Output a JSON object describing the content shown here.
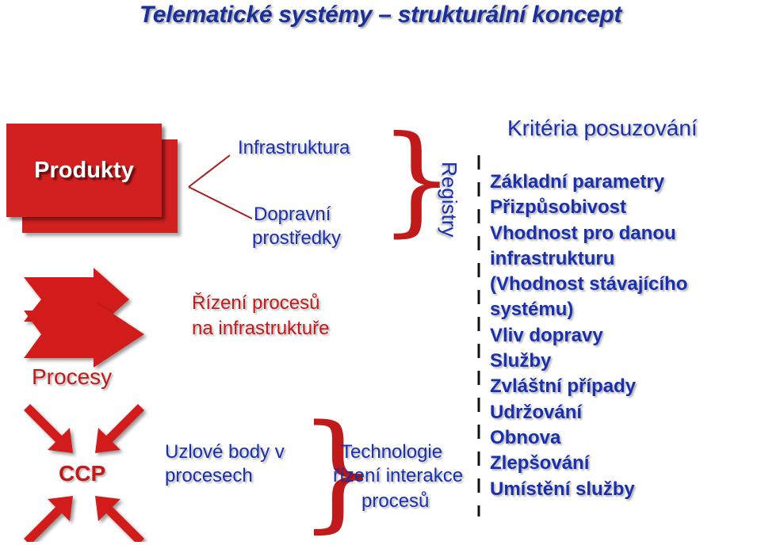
{
  "title": "Telematické systémy – strukturální koncept",
  "left": {
    "produkty": "Produkty",
    "procesy": "Procesy",
    "ccp": "CCP"
  },
  "middle": {
    "infrastruktura": "Infrastruktura",
    "dopravni": "Dopravní",
    "prostredky": "prostředky",
    "rizeni1": "Řízení procesů",
    "rizeni2": "na infrastruktuře",
    "registry": "Registry",
    "uzlove1": "Uzlové body v",
    "uzlove2": "procesech",
    "tech1": "Technologie",
    "tech2": "řízení interakce",
    "tech3": "procesů"
  },
  "criteria": {
    "title": "Kritéria posuzování",
    "items": [
      "Základní parametry",
      "Přizpůsobivost",
      "Vhodnost pro danou",
      "infrastrukturu",
      "(Vhodnost stávajícího",
      "systému)",
      "Vliv dopravy",
      "Služby",
      "Zvláštní případy",
      "Udržování",
      "Obnova",
      "Zlepšování",
      "Umístění služby"
    ]
  },
  "colors": {
    "blue": "#1a2fae",
    "red": "#c11a1a",
    "box_red": "#d21f1f"
  }
}
